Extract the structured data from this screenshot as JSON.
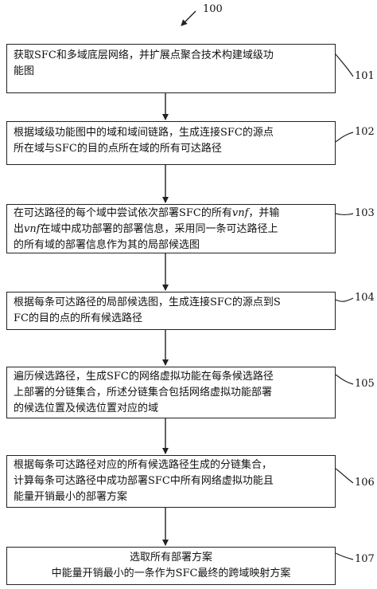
{
  "figure_number": "100",
  "steps": [
    {
      "id": "101",
      "lines": [
        "获取SFC和多域底层网络，并扩展点聚合技术构建域级功",
        "能图"
      ]
    },
    {
      "id": "102",
      "lines": [
        "根据域级功能图中的域和域间链路，生成连接SFC的源点",
        "所在域与SFC的目的点所在域的所有可达路径"
      ]
    },
    {
      "id": "103",
      "line1_pre": "在可达路径的每个域中尝试依次部署SFC的所有",
      "line1_it": "vnf",
      "line1_post": "，并输",
      "line2_pre": "出",
      "line2_it": "vnf",
      "line2_post": "在域中成功部署的部署信息，采用同一条可达路径上",
      "line3": "的所有域的部署信息作为其的局部候选图"
    },
    {
      "id": "104",
      "lines": [
        "根据每条可达路径的局部候选图，生成连接SFC的源点到S",
        "FC的目的点的所有候选路径"
      ]
    },
    {
      "id": "105",
      "lines": [
        "遍历候选路径，生成SFC的网络虚拟功能在每条候选路径",
        "上部署的分链集合，所述分链集合包括网络虚拟功能部署",
        "的候选位置及候选位置对应的域"
      ]
    },
    {
      "id": "106",
      "lines": [
        "根据每条可达路径对应的所有候选路径生成的分链集合，",
        "计算每条可达路径中成功部署SFC中所有网络虚拟功能且",
        "能量开销最小的部署方案"
      ]
    },
    {
      "id": "107",
      "lines": [
        "选取所有部署方案",
        "中能量开销最小的一条作为SFC最终的跨域映射方案"
      ]
    }
  ]
}
